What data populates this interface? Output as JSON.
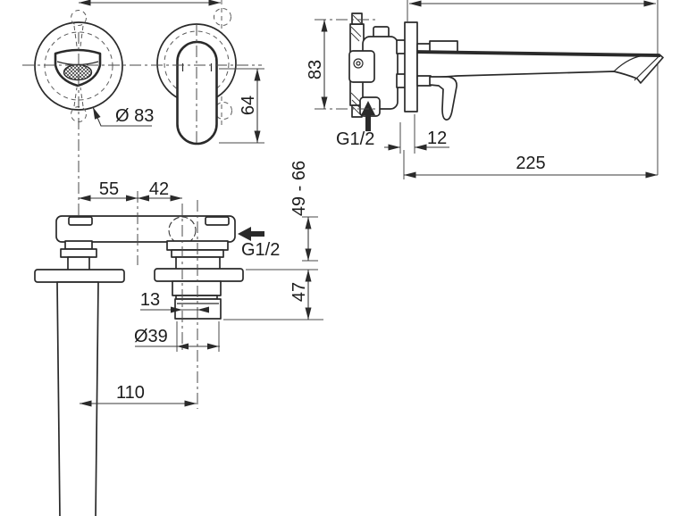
{
  "drawing": {
    "title": "wall-mounted single-lever basin mixer - dimensional drawing",
    "line_color": "#2a2a2a",
    "background": "#ffffff",
    "views": {
      "front": "front view of wall escutcheons with spout outlet and lever handle",
      "side": "side section view of in-wall body, wall plate and spout",
      "plan": "plan view of rough-in body with supply pipe"
    }
  },
  "dims": {
    "front_escutcheon_diameter": "Ø 83",
    "front_handle_height": "64",
    "side_fixing_distance": "83",
    "side_inlet_thread": "G1/2",
    "side_plate_depth": "12",
    "side_spout_projection": "225",
    "side_install_depth_range": "49 - 66",
    "plan_spout_to_mid": "55",
    "plan_mid_to_valve": "42",
    "plan_inlet_thread": "G1/2",
    "plan_body_depth": "47",
    "plan_outlet_offset": "13",
    "plan_thread_diameter": "Ø39",
    "plan_spout_length": "110"
  }
}
